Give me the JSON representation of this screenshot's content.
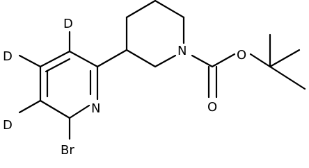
{
  "molecule": {
    "atoms": {
      "d_top": "D",
      "d_left": "D",
      "d_bottom": "D",
      "pyridine_n": "N",
      "bromine": "Br",
      "piperidine_n": "N",
      "carbonyl_o": "O",
      "ester_o": "O"
    }
  }
}
